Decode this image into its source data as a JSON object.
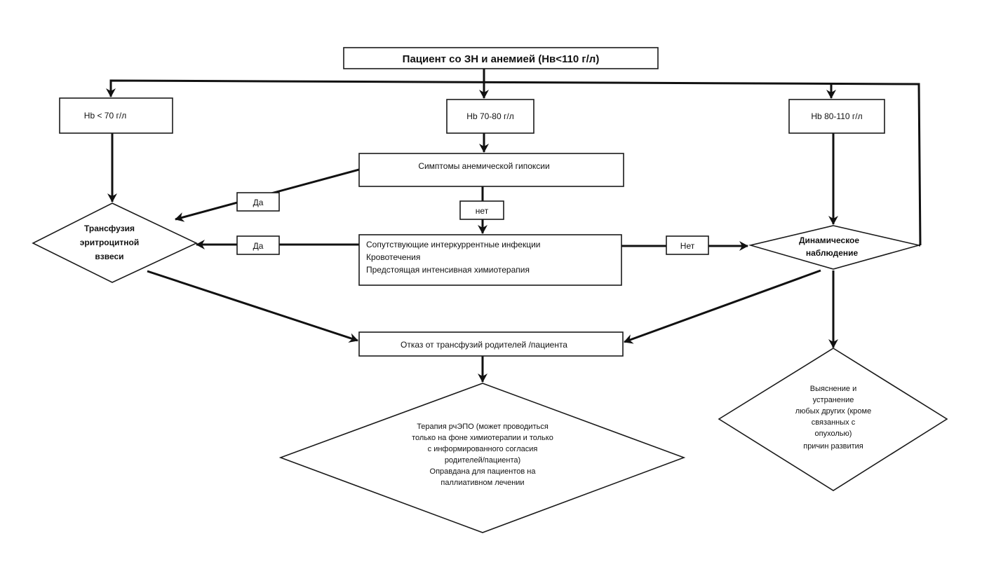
{
  "diagram": {
    "start": "Пациент со ЗН и анемией (Нв<110 г/л)",
    "hb_low": "Hb < 70 г/л",
    "hb_mid": "Hb 70-80  г/л",
    "hb_high": "Hb  80-110  г/л",
    "symptoms": "Симптомы анемической гипоксии",
    "label_yes_1": "Да",
    "label_no_1": "нет",
    "label_yes_2": "Да",
    "label_no_2": "Нет",
    "conditions": [
      "Сопутствующие интеркуррентные инфекции",
      "Кровотечения",
      "Предстоящая интенсивная химиотерапия"
    ],
    "transfusion": [
      "Трансфузия",
      "эритроцитной",
      "взвеси"
    ],
    "observation": [
      "Динамическое",
      "наблюдение"
    ],
    "refusal": "Отказ от трансфузий родителей /пациента",
    "epo_therapy": [
      "Терапия рчЭПО (может проводиться",
      "только на фоне химиотерапии и только",
      "с информированного согласия",
      "родителей/пациента)",
      "Оправдана для пациентов на",
      "паллиативном лечении"
    ],
    "other_causes": [
      "Выяснение  и",
      "устранение",
      "любых других (кроме",
      "связанных с",
      "опухолью)",
      "причин развития"
    ]
  }
}
